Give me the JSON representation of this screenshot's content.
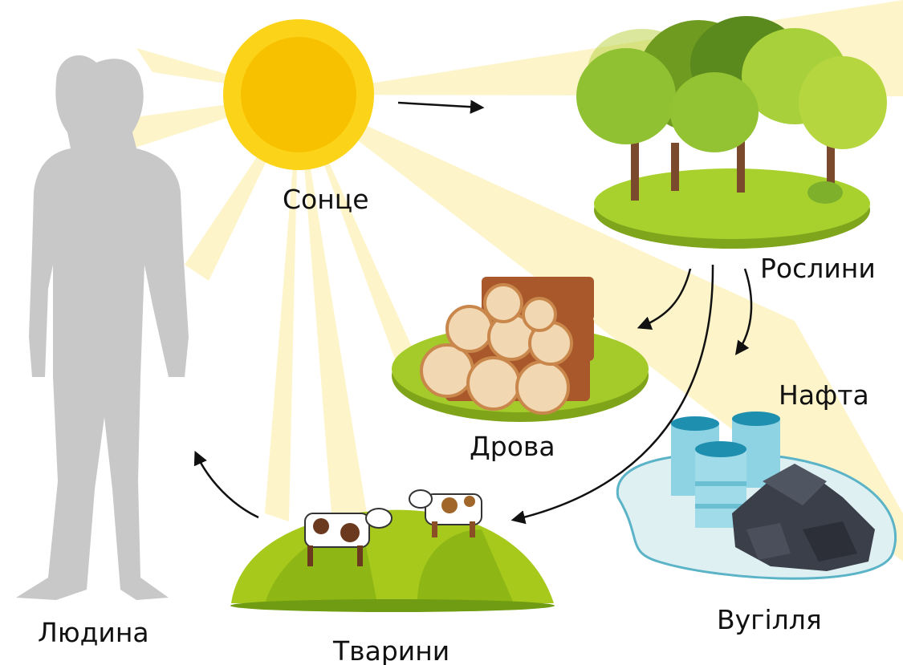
{
  "labels": {
    "sun": "Сонце",
    "plants": "Рослини",
    "firewood": "Дрова",
    "oil": "Нафта",
    "coal": "Вугілля",
    "animals": "Тварини",
    "human": "Людина"
  },
  "colors": {
    "sun_outer": "#fbd41a",
    "sun_inner": "#f7c100",
    "ray": "#fdf3c4",
    "grass": "#9cc823",
    "grass_dark": "#6f9c12",
    "tree": "#8fbf2a",
    "log": "#a8582a",
    "log_end": "#f2d7b3",
    "barrel": "#8ed3e3",
    "coal": "#3b3f4a",
    "silhouette": "#c8c8c8",
    "arrow": "#111111"
  }
}
